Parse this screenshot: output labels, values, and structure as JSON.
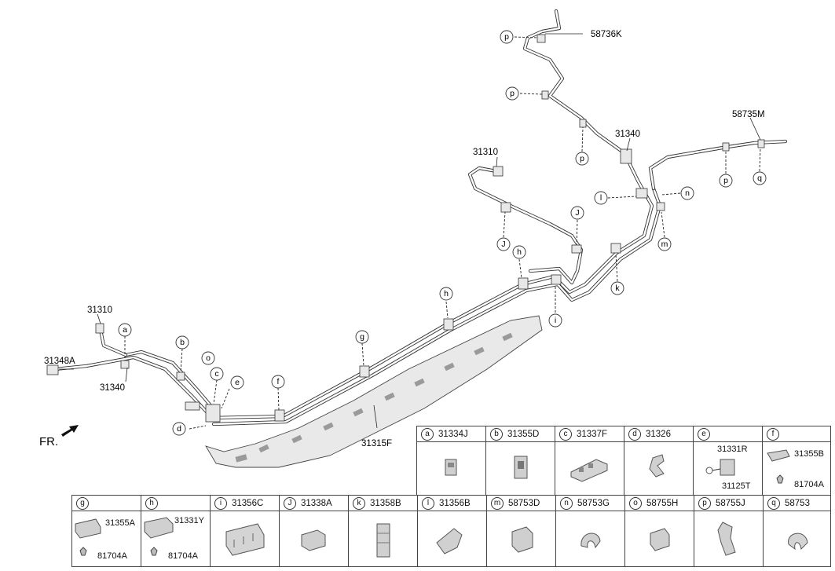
{
  "orientation": {
    "front_label": "FR."
  },
  "part_labels": {
    "p58736K": "58736K",
    "p58735M": "58735M",
    "p31340_top": "31340",
    "p31310_mid": "31310",
    "p31310_left": "31310",
    "p31348A": "31348A",
    "p31340_left": "31340",
    "p31315F": "31315F"
  },
  "callouts": {
    "a": "a",
    "b": "b",
    "c": "c",
    "d": "d",
    "e": "e",
    "f": "f",
    "g": "g",
    "h1": "h",
    "h2": "h",
    "i": "i",
    "J1": "J",
    "J2": "J",
    "k": "k",
    "l": "l",
    "m": "m",
    "n": "n",
    "o": "o",
    "p1": "p",
    "p2": "p",
    "p3": "p",
    "p4": "p",
    "q": "q"
  },
  "legend": {
    "a": {
      "letter": "a",
      "part": "31334J"
    },
    "b": {
      "letter": "b",
      "part": "31355D"
    },
    "c": {
      "letter": "c",
      "part": "31337F"
    },
    "d": {
      "letter": "d",
      "part": "31326"
    },
    "e": {
      "letter": "e",
      "part": "",
      "sub1": "31331R",
      "sub2": "31125T"
    },
    "f": {
      "letter": "f",
      "part": "",
      "sub1": "31355B",
      "sub2": "81704A"
    },
    "g": {
      "letter": "g",
      "part": "",
      "sub1": "31355A",
      "sub2": "81704A"
    },
    "h": {
      "letter": "h",
      "part": "",
      "sub1": "31331Y",
      "sub2": "81704A"
    },
    "i": {
      "letter": "i",
      "part": "31356C"
    },
    "J": {
      "letter": "J",
      "part": "31338A"
    },
    "k": {
      "letter": "k",
      "part": "31358B"
    },
    "l": {
      "letter": "l",
      "part": "31356B"
    },
    "m": {
      "letter": "m",
      "part": "58753D"
    },
    "n": {
      "letter": "n",
      "part": "58753G"
    },
    "o": {
      "letter": "o",
      "part": "58755H"
    },
    "p": {
      "letter": "p",
      "part": "58755J"
    },
    "q": {
      "letter": "q",
      "part": "58753"
    }
  }
}
